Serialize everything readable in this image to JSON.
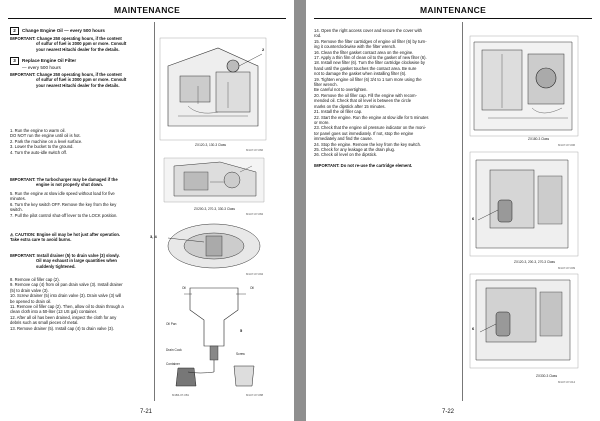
{
  "header": {
    "left": "MAINTENANCE",
    "right": "MAINTENANCE"
  },
  "left": {
    "sec2": {
      "num": "2",
      "title": "Change Engine Oil — every 500 hours"
    },
    "imp1": [
      "IMPORTANT:  Change 250 operating hours, if the content",
      "of sulfur of fuel is 2000 ppm or more. Consult",
      "your nearest Hitachi dealer for the details."
    ],
    "sec3": {
      "num": "3",
      "title1": "Replace Engine Oil Filter",
      "title2": "— every 500 hours"
    },
    "imp2": [
      "IMPORTANT:  Change 250 operating hours, if the content",
      "of sulfur of fuel is 2000 ppm or more. Consult",
      "your nearest Hitachi dealer for the details."
    ],
    "steps_a": [
      "1. Run the engine to warm oil.",
      "    DO NOT run the engine until oil is hot.",
      "2. Park the machine on a level surface.",
      "3. Lower the bucket to the ground.",
      "4. Turn the auto-idle switch off."
    ],
    "imp3": [
      "IMPORTANT:  The turbocharger may be damaged if the",
      "engine is not properly shut down."
    ],
    "steps_b": [
      "5. Run the engine at slow idle speed without load for five",
      "    minutes.",
      "6. Turn the key switch OFF. Remove the key from the key",
      "    switch.",
      "7. Pull the pilot control shut-off lever to the LOCK position."
    ],
    "caution": [
      "CAUTION:  Engine oil may be hot just after operation.",
      "Take extra care to avoid burns."
    ],
    "imp4": [
      "IMPORTANT:  Install drainer (5) to drain valve (3) slowly.",
      "Oil may exhaust in large quantities when",
      "suddenly tightened."
    ],
    "steps_c": [
      "8. Remove oil filler cap (2).",
      "9. Remove cap (4) from oil pan drain valve (3). Install drainer",
      "    (5) to drain valve (3).",
      "10. Screw drainer (5) into drain valve (3). Drain valve (3) will",
      "    be opened to drain oil.",
      "11. Remove oil filler cap (2). Then, allow oil to drain through a",
      "    clean cloth into a 50-liter (13 US gal) container.",
      "12. After all oil has been drained, inspect the cloth for any",
      "    debris such as small pieces of metal.",
      "13. Remove drainer (5). Install cap (4) to drain valve (3)."
    ],
    "fig1": {
      "cap": "ZX120-3, 130-3 Class",
      "code": "M1U7-07-066",
      "c2": "2"
    },
    "fig2": {
      "cap": "ZX200-3, 270-3, 330-3 Class",
      "code": "M1U7-07-084",
      "c34": "3, 4"
    },
    "fig3": {
      "code": "M1U7-07-094"
    },
    "fig4": {
      "oil1": "Oil",
      "oil2": "Oil",
      "oilpan": "Oil Pan",
      "drain": "Drain Cock",
      "container": "Container",
      "screw": "Screw",
      "c5": "5",
      "code1": "M1U7-07-088",
      "code2": "M1B4-07-081"
    },
    "page": "7-21"
  },
  "right": {
    "steps": [
      "14. Open the right access cover and secure the cover with",
      "     rod.",
      "15. Remove the filter cartridges of engine oil filter (6) by turn-",
      "     ing it counterclockwise with the filter wrench.",
      "16. Clean the filter gasket contact area on the engine.",
      "17. Apply a thin film of clean oil to the gasket of new filter (6).",
      "18. Install new filter (6). Turn the filter cartridge clockwise by",
      "     hand until the gasket touches the contact area. Be sure",
      "     not to damage the gasket when installing filter (6).",
      "19. Tighten engine oil filter (6) 3/4 to 1 turn more using the",
      "     filter wrench.",
      "     Be careful not to overtighten.",
      "20. Remove the oil filler cap. Fill the engine with recom-",
      "     mended oil. Check that oil level is between the circle",
      "     marks on the dipstick after 15 minutes.",
      "21. Install the oil filler cap.",
      "22. Start the engine. Run the engine at slow idle for 5 minutes",
      "     or more.",
      "23. Check that the engine oil pressure indicator on the moni-",
      "     tor panel goes out immediately. If not, stop the engine",
      "     immediately and find the cause.",
      "24. Stop the engine. Remove the key from the key switch.",
      "25. Check for any leakage at the drain plug.",
      "26. Check oil level on the dipstick."
    ],
    "imp": "IMPORTANT:  Do not re-use the cartridge element.",
    "fig1": {
      "cap": "ZX180-3 Class",
      "code": "M1U7-07-006"
    },
    "fig2": {
      "cap": "ZX120-3, 200-3, 270-3 Class",
      "code": "M1U7-07-009",
      "c6": "6"
    },
    "fig3": {
      "cap": "ZX330-3 Class",
      "code": "M1U7-07-014",
      "c6": "6"
    },
    "page": "7-22"
  }
}
